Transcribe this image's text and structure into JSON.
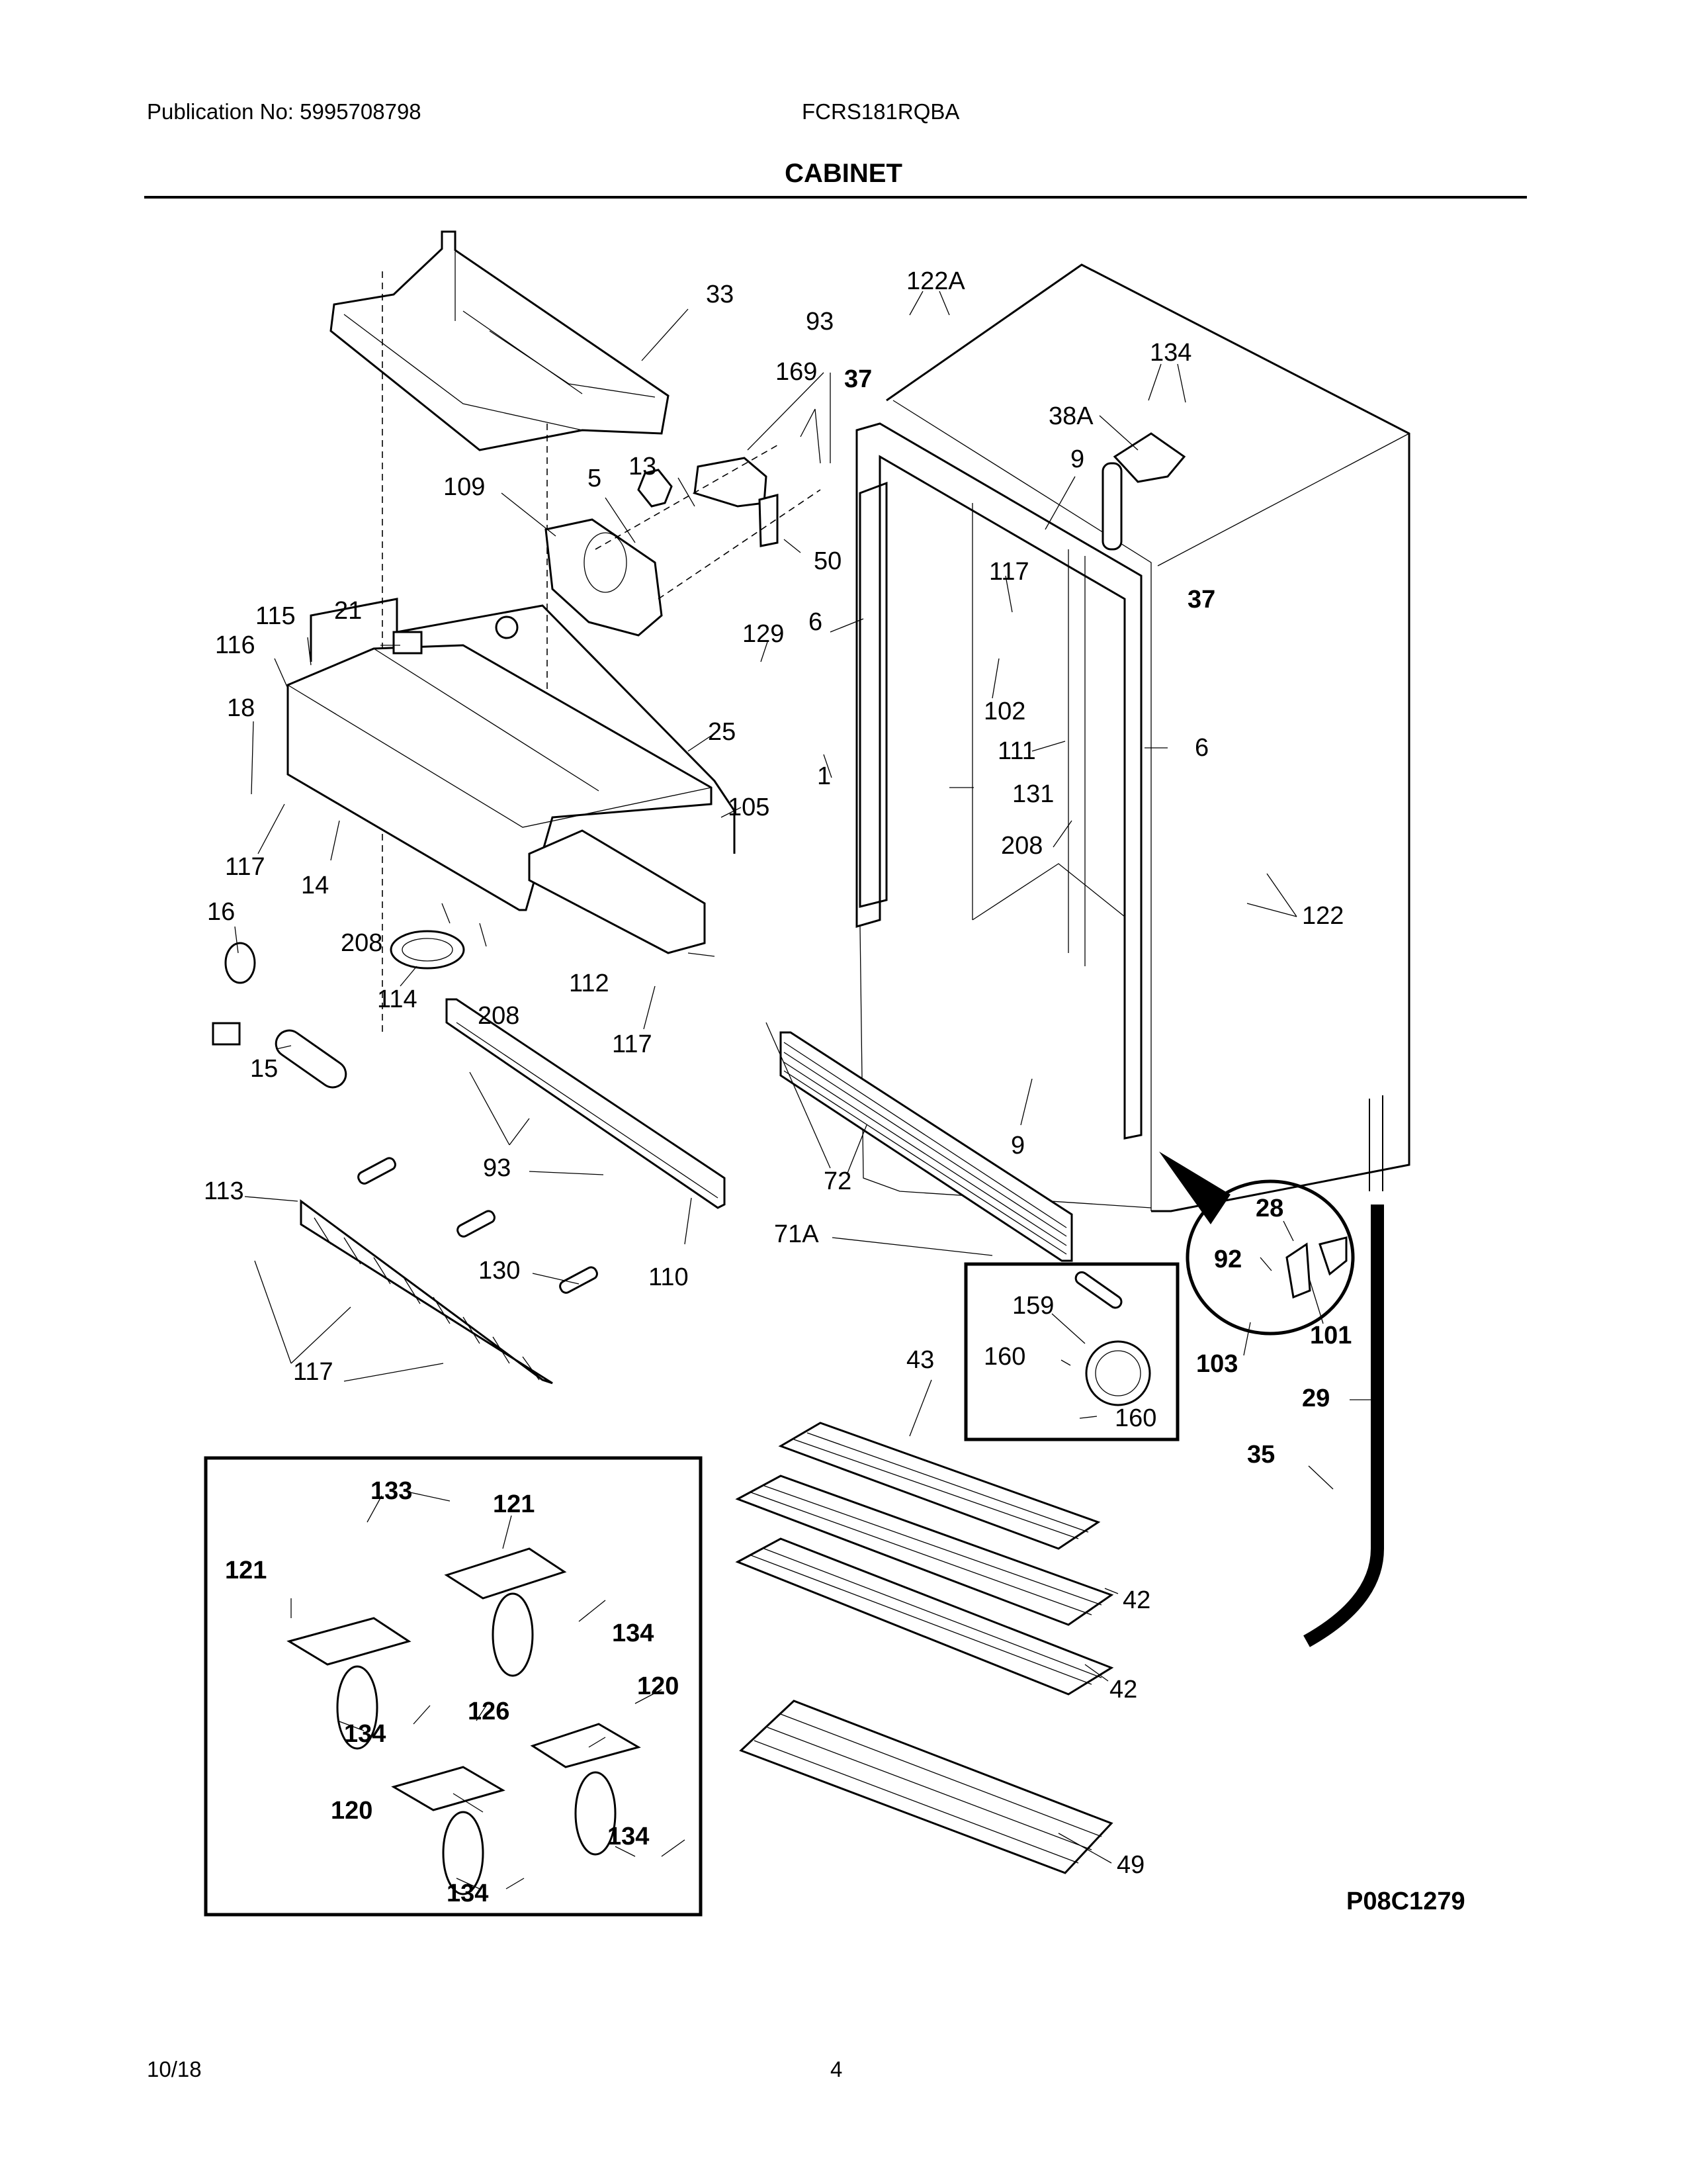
{
  "header": {
    "publication": "Publication No: 5995708798",
    "model": "FCRS181RQBA",
    "title": "CABINET"
  },
  "footer": {
    "date": "10/18",
    "page": "4"
  },
  "diagram": {
    "code": "P08C1279",
    "callouts": {
      "c33": "33",
      "c122A": "122A",
      "c93a": "93",
      "c37a": "37",
      "c169": "169",
      "c134a": "134",
      "c38A": "38A",
      "c109": "109",
      "c13": "13",
      "c5": "5",
      "c9a": "9",
      "c50": "50",
      "c117a": "117",
      "c37b": "37",
      "c115": "115",
      "c21": "21",
      "c116": "116",
      "c6a": "6",
      "c129": "129",
      "c18": "18",
      "c25": "25",
      "c102": "102",
      "c111": "111",
      "c6b": "6",
      "c1": "1",
      "c131": "131",
      "c105": "105",
      "c208a": "208",
      "c117b": "117",
      "c14": "14",
      "c122": "122",
      "c16": "16",
      "c208b": "208",
      "c112": "112",
      "c114": "114",
      "c208c": "208",
      "c117c": "117",
      "c15": "15",
      "c93b": "93",
      "c72": "72",
      "c9b": "9",
      "c113": "113",
      "c28": "28",
      "c92": "92",
      "c71A": "71A",
      "c130": "130",
      "c110": "110",
      "c159": "159",
      "c160a": "160",
      "c101": "101",
      "c103": "103",
      "c117d": "117",
      "c43": "43",
      "c29": "29",
      "c160b": "160",
      "c35": "35",
      "c42a": "42",
      "c42b": "42",
      "c49": "49"
    },
    "caster_inset": {
      "c133": "133",
      "c121a": "121",
      "c121b": "121",
      "c134b": "134",
      "c126": "126",
      "c134c": "134",
      "c120a": "120",
      "c120b": "120",
      "c134d": "134",
      "c134e": "134"
    }
  }
}
